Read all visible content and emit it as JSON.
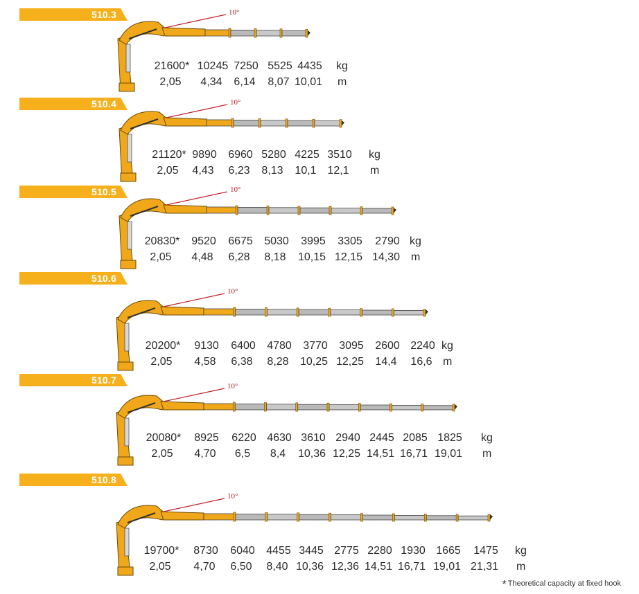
{
  "accent_color": "#f6b01c",
  "boom_color": "#b9b9b9",
  "crane_color": "#f0a81a",
  "angle_label": "10°",
  "footnote": "Theoretical capacity at fixed hook",
  "footnote_mark": "*",
  "units": {
    "capacity": "kg",
    "reach": "m"
  },
  "configs": [
    {
      "model": "510.3",
      "extensions": 4,
      "capacities": [
        "21600*",
        "10245",
        "7250",
        "5525",
        "4435"
      ],
      "reaches": [
        "2,05",
        "4,34",
        "6,14",
        "8,07",
        "10,01"
      ]
    },
    {
      "model": "510.4",
      "extensions": 5,
      "capacities": [
        "21120*",
        "9890",
        "6960",
        "5280",
        "4225",
        "3510"
      ],
      "reaches": [
        "2,05",
        "4,43",
        "6,23",
        "8,13",
        "10,1",
        "12,1"
      ]
    },
    {
      "model": "510.5",
      "extensions": 6,
      "capacities": [
        "20830*",
        "9520",
        "6675",
        "5030",
        "3995",
        "3305",
        "2790"
      ],
      "reaches": [
        "2,05",
        "4,48",
        "6,28",
        "8,18",
        "10,15",
        "12,15",
        "14,30"
      ]
    },
    {
      "model": "510.6",
      "extensions": 7,
      "capacities": [
        "20200*",
        "9130",
        "6400",
        "4780",
        "3770",
        "3095",
        "2600",
        "2240"
      ],
      "reaches": [
        "2,05",
        "4,58",
        "6,38",
        "8,28",
        "10,25",
        "12,25",
        "14,4",
        "16,6"
      ]
    },
    {
      "model": "510.7",
      "extensions": 8,
      "capacities": [
        "20080*",
        "8925",
        "6220",
        "4630",
        "3610",
        "2940",
        "2445",
        "2085",
        "1825"
      ],
      "reaches": [
        "2,05",
        "4,70",
        "6,5",
        "8,4",
        "10,36",
        "12,25",
        "14,51",
        "16,71",
        "19,01"
      ]
    },
    {
      "model": "510.8",
      "extensions": 9,
      "capacities": [
        "19700*",
        "8730",
        "6040",
        "4455",
        "3445",
        "2775",
        "2280",
        "1930",
        "1665",
        "1475"
      ],
      "reaches": [
        "2,05",
        "4,70",
        "6,50",
        "8,40",
        "10,36",
        "12,36",
        "14,51",
        "16,71",
        "19,01",
        "21,31"
      ]
    }
  ]
}
